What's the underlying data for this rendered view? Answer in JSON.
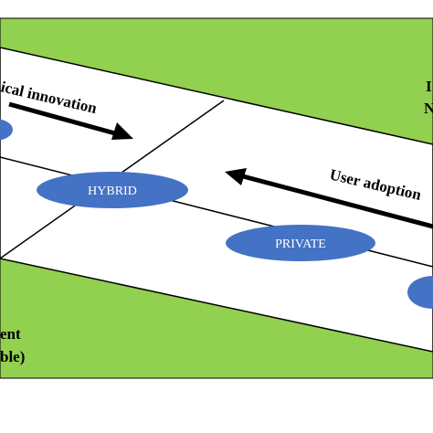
{
  "colors": {
    "green": "#92d050",
    "node_fill": "#4472c4",
    "band": "#ffffff",
    "stroke": "#000000",
    "text": "#000000"
  },
  "arrows": {
    "top_label": "ical innovation",
    "right_label": "User adoption"
  },
  "nodes": {
    "hybrid": "HYBRID",
    "private": "PRIVATE"
  },
  "corner_text": {
    "bottom_left_line1": "ent",
    "bottom_left_line2": "ble)",
    "top_right_line1": "I",
    "top_right_line2": "N"
  }
}
